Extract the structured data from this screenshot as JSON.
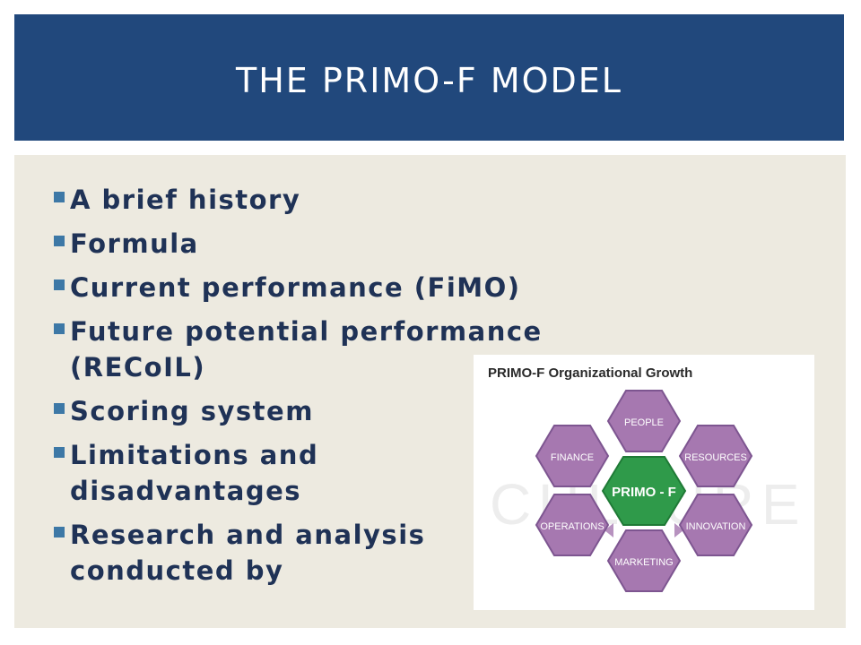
{
  "slide": {
    "title": "THE PRIMO-F MODEL",
    "bullets": [
      "A brief history",
      "Formula",
      "Current performance (FiMO)",
      "Future potential performance (RECoIL)",
      "Scoring system",
      "Limitations and disadvantages",
      "Research and analysis conducted by"
    ]
  },
  "figure": {
    "title": "PRIMO-F Organizational Growth",
    "center_label": "PRIMO - F",
    "hexagons": {
      "people": "PEOPLE",
      "resources": "RESOURCES",
      "innovation": "INNOVATION",
      "marketing": "MARKETING",
      "operations": "OPERATIONS",
      "finance": "FINANCE"
    }
  },
  "colors": {
    "title_bar": "#21487c",
    "panel": "#edeae0",
    "bullet_text": "#1f3256",
    "bullet_marker": "#3d78a6",
    "hexagon": "#a678b0",
    "center_hexagon": "#2f9a4a"
  }
}
